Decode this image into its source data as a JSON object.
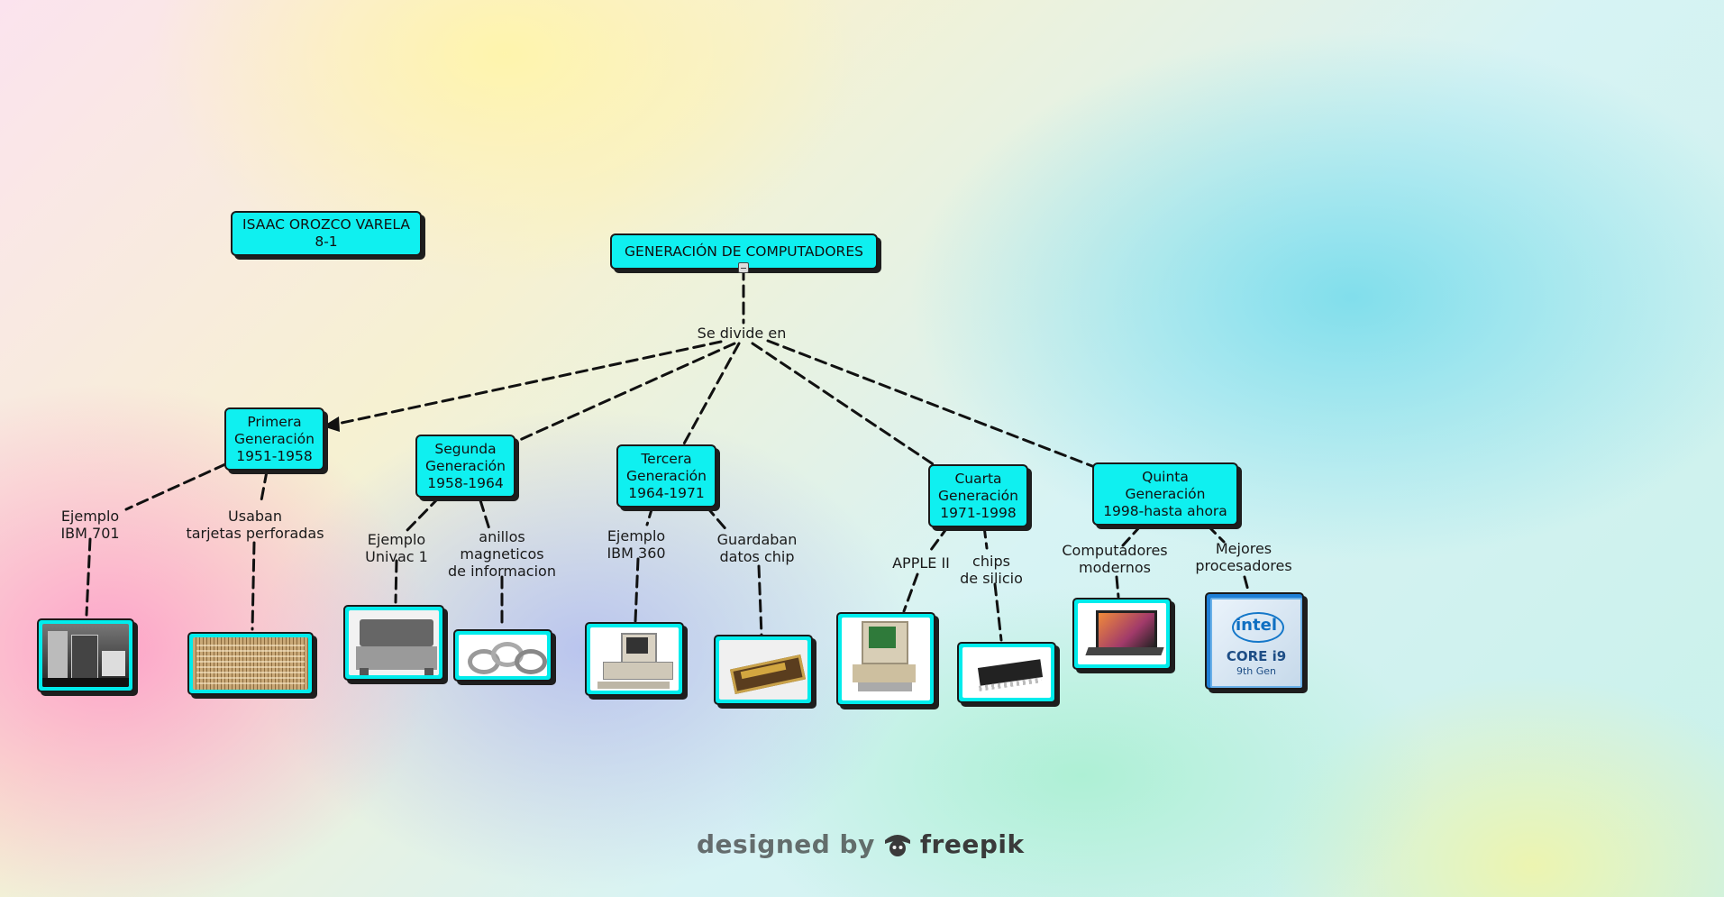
{
  "author": {
    "line1": "ISAAC OROZCO VARELA",
    "line2": "8-1"
  },
  "root": {
    "label": "GENERACIÓN DE COMPUTADORES"
  },
  "linking_phrase": "Se divide en",
  "generations": [
    {
      "line1": "Primera",
      "line2": "Generación",
      "line3": "1951-1958"
    },
    {
      "line1": "Segunda",
      "line2": "Generación",
      "line3": "1958-1964"
    },
    {
      "line1": "Tercera",
      "line2": "Generación",
      "line3": "1964-1971"
    },
    {
      "line1": "Cuarta",
      "line2": "Generación",
      "line3": "1971-1998"
    },
    {
      "line1": "Quinta",
      "line2": "Generación",
      "line3": "1998-hasta ahora"
    }
  ],
  "descriptors": [
    {
      "line1": "Ejemplo",
      "line2": "IBM 701"
    },
    {
      "line1": "Usaban",
      "line2": "tarjetas perforadas"
    },
    {
      "line1": "Ejemplo",
      "line2": "Univac 1"
    },
    {
      "line1": "anillos",
      "line2": "magneticos",
      "line3": "de informacion"
    },
    {
      "line1": "Ejemplo",
      "line2": "IBM 360"
    },
    {
      "line1": "Guardaban",
      "line2": "datos chip"
    },
    {
      "line1": "APPLE II"
    },
    {
      "line1": "chips",
      "line2": "de silicio"
    },
    {
      "line1": "Computadores",
      "line2": "modernos"
    },
    {
      "line1": "Mejores",
      "line2": "procesadores"
    }
  ],
  "images": [
    {
      "icon": "ibm-701-mainframe-photo"
    },
    {
      "icon": "punched-card-photo"
    },
    {
      "icon": "univac-console-photo"
    },
    {
      "icon": "magnetic-core-rings-photo"
    },
    {
      "icon": "ibm-pc-computer-photo"
    },
    {
      "icon": "integrated-circuit-chip-photo"
    },
    {
      "icon": "apple-ii-computer-photo"
    },
    {
      "icon": "silicon-chip-photo"
    },
    {
      "icon": "laptop-photo"
    },
    {
      "icon": "intel-core-i9-badge"
    }
  ],
  "intel_badge": {
    "brand": "intel",
    "line1": "CORE i9",
    "line2": "9th Gen"
  },
  "watermark": {
    "text1": "designed by",
    "text2": "freepik"
  },
  "colors": {
    "node_fill": "#00f0f0",
    "line": "#111111"
  }
}
